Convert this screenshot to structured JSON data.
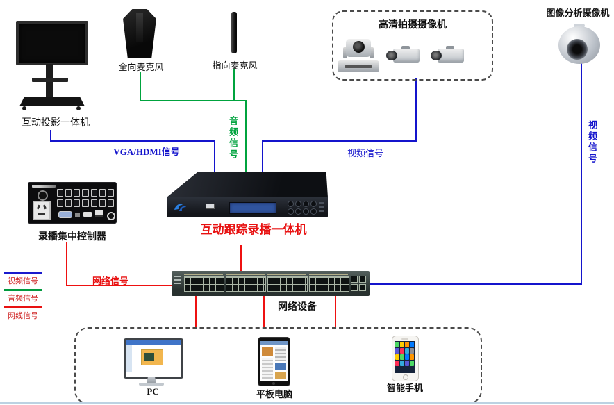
{
  "diagram": {
    "devices": {
      "display": {
        "label": "互动投影一体机"
      },
      "omni_mic": {
        "label": "全向麦克风"
      },
      "dir_mic": {
        "label": "指向麦克风"
      },
      "hd_cameras": {
        "label": "高清拍摄摄像机"
      },
      "dome_camera": {
        "label": "图像分析摄像机"
      },
      "recorder": {
        "label": "互动跟踪录播一体机"
      },
      "controller": {
        "label": "录播集中控制器"
      },
      "network_device": {
        "label": "网络设备"
      },
      "pc": {
        "label": "PC"
      },
      "tablet": {
        "label": "平板电脑"
      },
      "phone": {
        "label": "智能手机"
      }
    },
    "connections": {
      "vga": {
        "label": "VGA/HDMI信号",
        "color": "#1414cc"
      },
      "audio": {
        "label": "音频信号",
        "color": "#00a33e"
      },
      "video_mid": {
        "label": "视频信号",
        "color": "#1414cc"
      },
      "video_right": {
        "label": "视频信号",
        "color": "#1414cc"
      },
      "network": {
        "label": "网络信号",
        "color": "#ee1111"
      }
    },
    "legend": {
      "items": [
        {
          "label": "视频信号",
          "line_color": "#1a1acd"
        },
        {
          "label": "音频信号",
          "line_color": "#009a3e"
        },
        {
          "label": "网线信号",
          "line_color": "#e81111"
        }
      ]
    }
  }
}
